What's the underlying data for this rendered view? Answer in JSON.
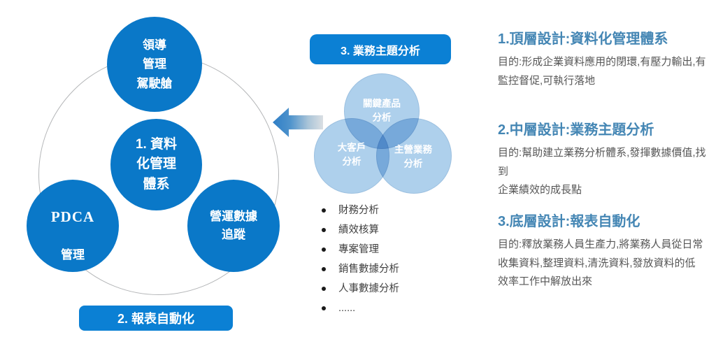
{
  "colors": {
    "primary_blue": "#0a78c8",
    "bar_blue": "#0b80d4",
    "venn_fill": "#aed0ec",
    "venn_stroke": "#9cc0e0",
    "heading_blue": "#4486b4",
    "body_text": "#575757",
    "outline_gray": "#b4b6b8"
  },
  "cycle_diagram": {
    "top_circle": {
      "lines": [
        "領導",
        "管理",
        "駕駛艙"
      ]
    },
    "center_circle": {
      "lines": [
        "1. 資料",
        "化管理",
        "體系"
      ]
    },
    "left_circle": {
      "acronym": "PDCA",
      "label": "管理"
    },
    "right_circle": {
      "lines": [
        "營運數據",
        "追蹤"
      ]
    },
    "bottom_bar_label": "2. 報表自動化"
  },
  "theme_analysis": {
    "header_label": "3. 業務主題分析",
    "venn": {
      "top_label": [
        "關鍵產品",
        "分析"
      ],
      "left_label": [
        "大客戶",
        "分析"
      ],
      "right_label": [
        "主營業務",
        "分析"
      ]
    },
    "bullets": [
      "財務分析",
      "績效核算",
      "專案管理",
      "銷售數據分析",
      "人事數據分析",
      "......"
    ]
  },
  "right_panel": {
    "sections": [
      {
        "title": "1.頂層設計:資料化管理體系",
        "body": [
          "目的:形成企業資料應用的閉環,有壓力輸出,有",
          "監控督促,可執行落地"
        ]
      },
      {
        "title": "2.中層設計:業務主題分析",
        "body": [
          "目的:幫助建立業務分析體系,發揮數據價值,找到",
          "企業績效的成長點"
        ]
      },
      {
        "title": "3.底層設計:報表自動化",
        "body": [
          "目的:釋放業務人員生產力,將業務人員從日常",
          "收集資料,整理資料,清洗資料,發放資料的低",
          "效率工作中解放出來"
        ]
      }
    ]
  }
}
